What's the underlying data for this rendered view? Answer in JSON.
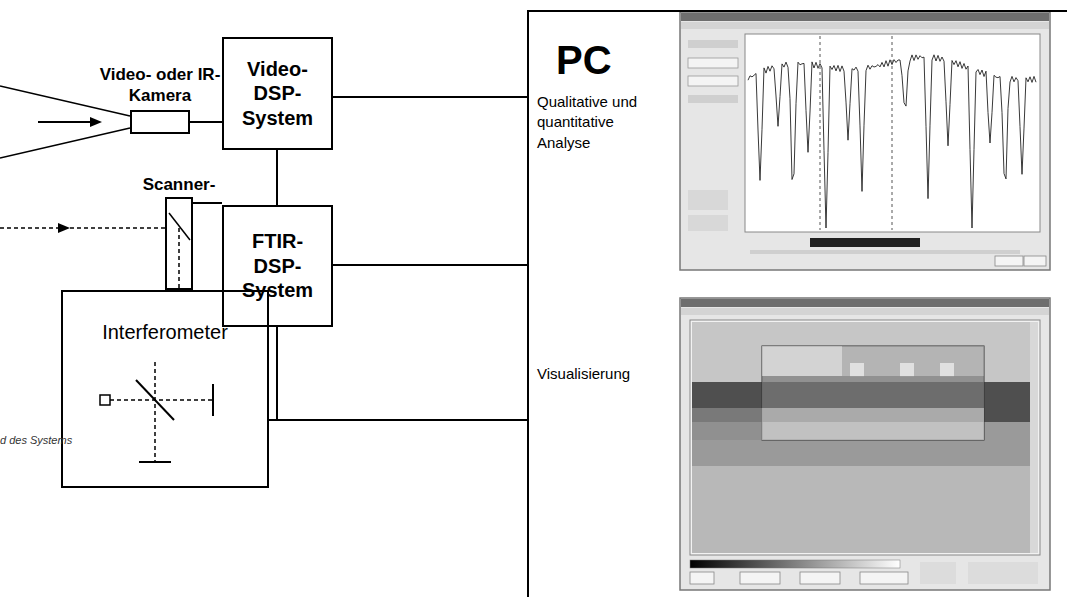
{
  "diagram": {
    "caption": "d des Systems",
    "nodes": [
      {
        "text": [
          "Video- oder IR-Kamera"
        ]
      },
      {
        "text": [
          "Video- DSP- System"
        ]
      },
      {
        "text": [
          "Scanner-"
        ]
      },
      {
        "text": [
          "FTIR- DSP- System"
        ]
      },
      {
        "text": [
          "Interferometer"
        ]
      },
      {
        "text": [
          "PC",
          "Qualitative und quantitative Analyse",
          "Visualisierung"
        ]
      }
    ],
    "edges": [
      {
        "from": 0,
        "to": 1,
        "arrow": "none"
      },
      {
        "from": 1,
        "to": 5,
        "arrow": "none"
      },
      {
        "from": 1,
        "to": 3,
        "arrow": "none"
      },
      {
        "from": 2,
        "to": 3,
        "arrow": "none"
      },
      {
        "from": 3,
        "to": 5,
        "arrow": "none"
      },
      {
        "from": 4,
        "to": 5,
        "arrow": "none"
      },
      {
        "from": 3,
        "to": 4,
        "arrow": "none"
      }
    ]
  }
}
